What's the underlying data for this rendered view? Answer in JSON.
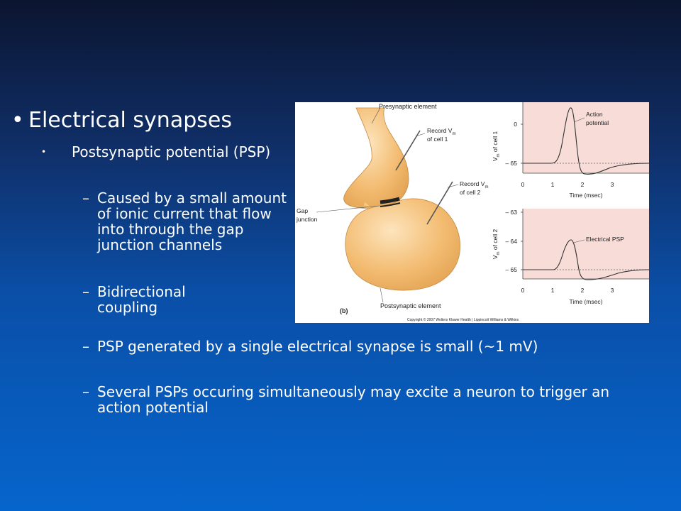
{
  "slide": {
    "bullet_main": "Electrical synapses",
    "bullet_sub": "Postsynaptic potential (PSP)",
    "dash_items": [
      "Caused by a small amount of ionic current that flow into through the gap junction channels",
      "Bidirectional coupling",
      "PSP generated by a single electrical synapse is small (~1 mV)",
      "Several PSPs occuring simultaneously may excite a neuron to trigger an action potential"
    ]
  },
  "figure": {
    "labels": {
      "presynaptic": "Presynaptic element",
      "record1_line1": "Record V",
      "record1_sub": "m",
      "record1_line2": "of cell 1",
      "record2_line1": "Record V",
      "record2_sub": "m",
      "record2_line2": "of cell 2",
      "gap_line1": "Gap",
      "gap_line2": "junction",
      "postsynaptic": "Postsynaptic element",
      "panel": "(b)",
      "copyright": "Copyright © 2007 Wolters Kluwer Health | Lippincott Williams & Wilkins"
    },
    "colors": {
      "cell": "#f0b868",
      "panel_bg": "#f7dcd8",
      "trace": "#333333"
    },
    "top_plot": {
      "ylabel_main": "V",
      "ylabel_sub": "m",
      "ylabel_rest": " of cell 1",
      "yticks": [
        "0",
        "– 65"
      ],
      "xticks": [
        "0",
        "1",
        "2",
        "3"
      ],
      "xlabel": "Time (msec)",
      "annotation_line1": "Action",
      "annotation_line2": "potential"
    },
    "bottom_plot": {
      "ylabel_main": "V",
      "ylabel_sub": "m",
      "ylabel_rest": " of cell 2",
      "yticks": [
        "– 63",
        "– 64",
        "– 65"
      ],
      "xticks": [
        "0",
        "1",
        "2",
        "3"
      ],
      "xlabel": "Time (msec)",
      "annotation": "Electrical PSP"
    }
  }
}
